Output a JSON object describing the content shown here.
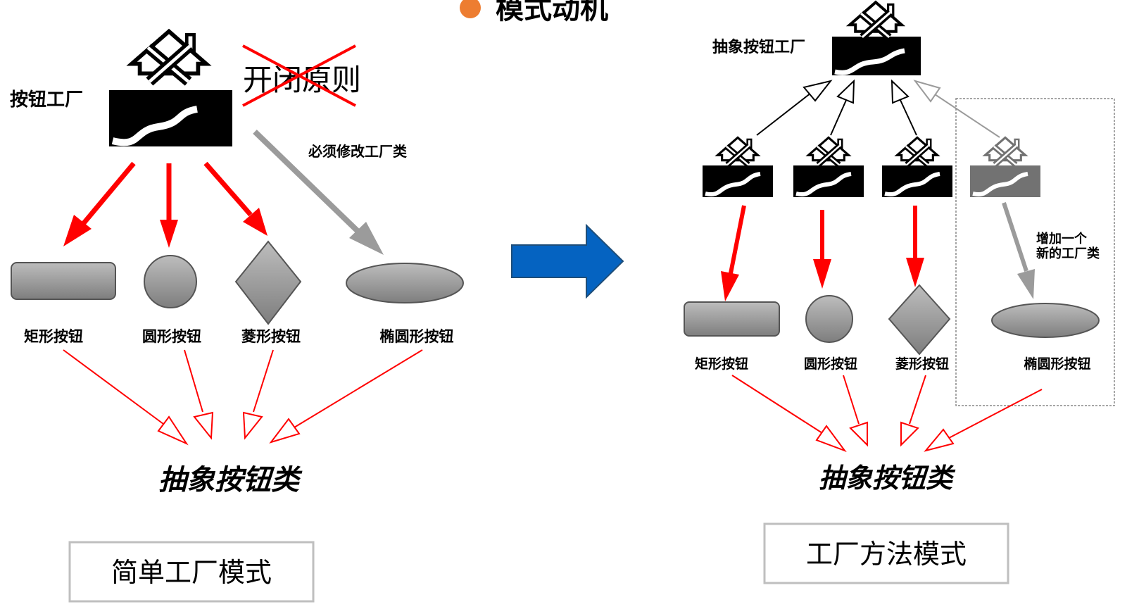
{
  "title": "模式动机",
  "colors": {
    "accent_dot": "#ED7D31",
    "red": "#FF0000",
    "gray_arrow": "#9B9B9B",
    "blue_arrow": "#0563C1",
    "shape_fill": "#9C9C9C",
    "factory": "#000000"
  },
  "left": {
    "factory_label": "按钮工厂",
    "crossed_text": "开闭原则",
    "must_modify": "必须修改工厂类",
    "buttons": [
      "矩形按钮",
      "圆形按钮",
      "菱形按钮",
      "椭圆形按钮"
    ],
    "abstract_label": "抽象按钮类",
    "caption": "简单工厂模式"
  },
  "right": {
    "factory_label": "抽象按钮工厂",
    "add_factory_line1": "增加一个",
    "add_factory_line2": "新的工厂类",
    "buttons": [
      "矩形按钮",
      "圆形按钮",
      "菱形按钮",
      "椭圆形按钮"
    ],
    "abstract_label": "抽象按钮类",
    "caption": "工厂方法模式"
  }
}
